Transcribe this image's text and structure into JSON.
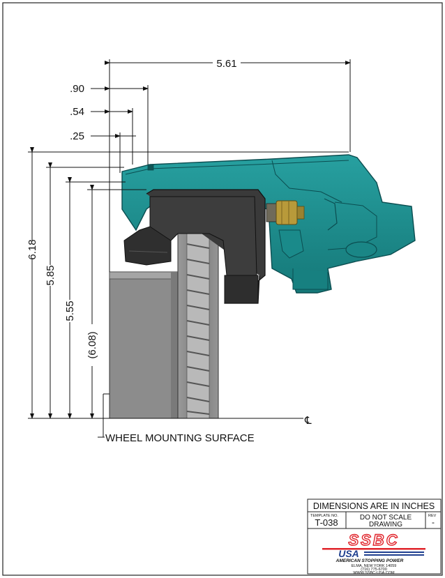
{
  "dimensions": {
    "overall_width": "5.61",
    "offset_90": ".90",
    "offset_54": ".54",
    "offset_25": ".25",
    "height_618": "6.18",
    "height_585": "5.85",
    "height_555": "5.55",
    "height_608": "(6.08)"
  },
  "labels": {
    "wheel_mounting_surface": "WHEEL MOUNTING SURFACE",
    "centerline_symbol": "℄"
  },
  "title_block": {
    "header": "DIMENSIONS ARE IN INCHES",
    "template_label": "TEMPLATE NO.",
    "template_no": "T-038",
    "scale_line1": "DO NOT SCALE",
    "scale_line2": "DRAWING",
    "rev_label": "REV",
    "rev_value": "-",
    "logo_text": "SSBC USA",
    "tagline": "AMERICAN STOPPING POWER",
    "address": "ELMA, NEW YORK 14059",
    "phone": "(716) 775-6700",
    "website": "WWW.SSBC-USA.COM"
  },
  "colors": {
    "caliper_teal": "#1d8c8c",
    "caliper_teal_dark": "#0f5f62",
    "pad_dark": "#3a3a3a",
    "rotor_gray": "#8e8e8e",
    "brass_fitting": "#b89a3a",
    "logo_red": "#e0242b",
    "logo_blue": "#1f3f8f"
  }
}
